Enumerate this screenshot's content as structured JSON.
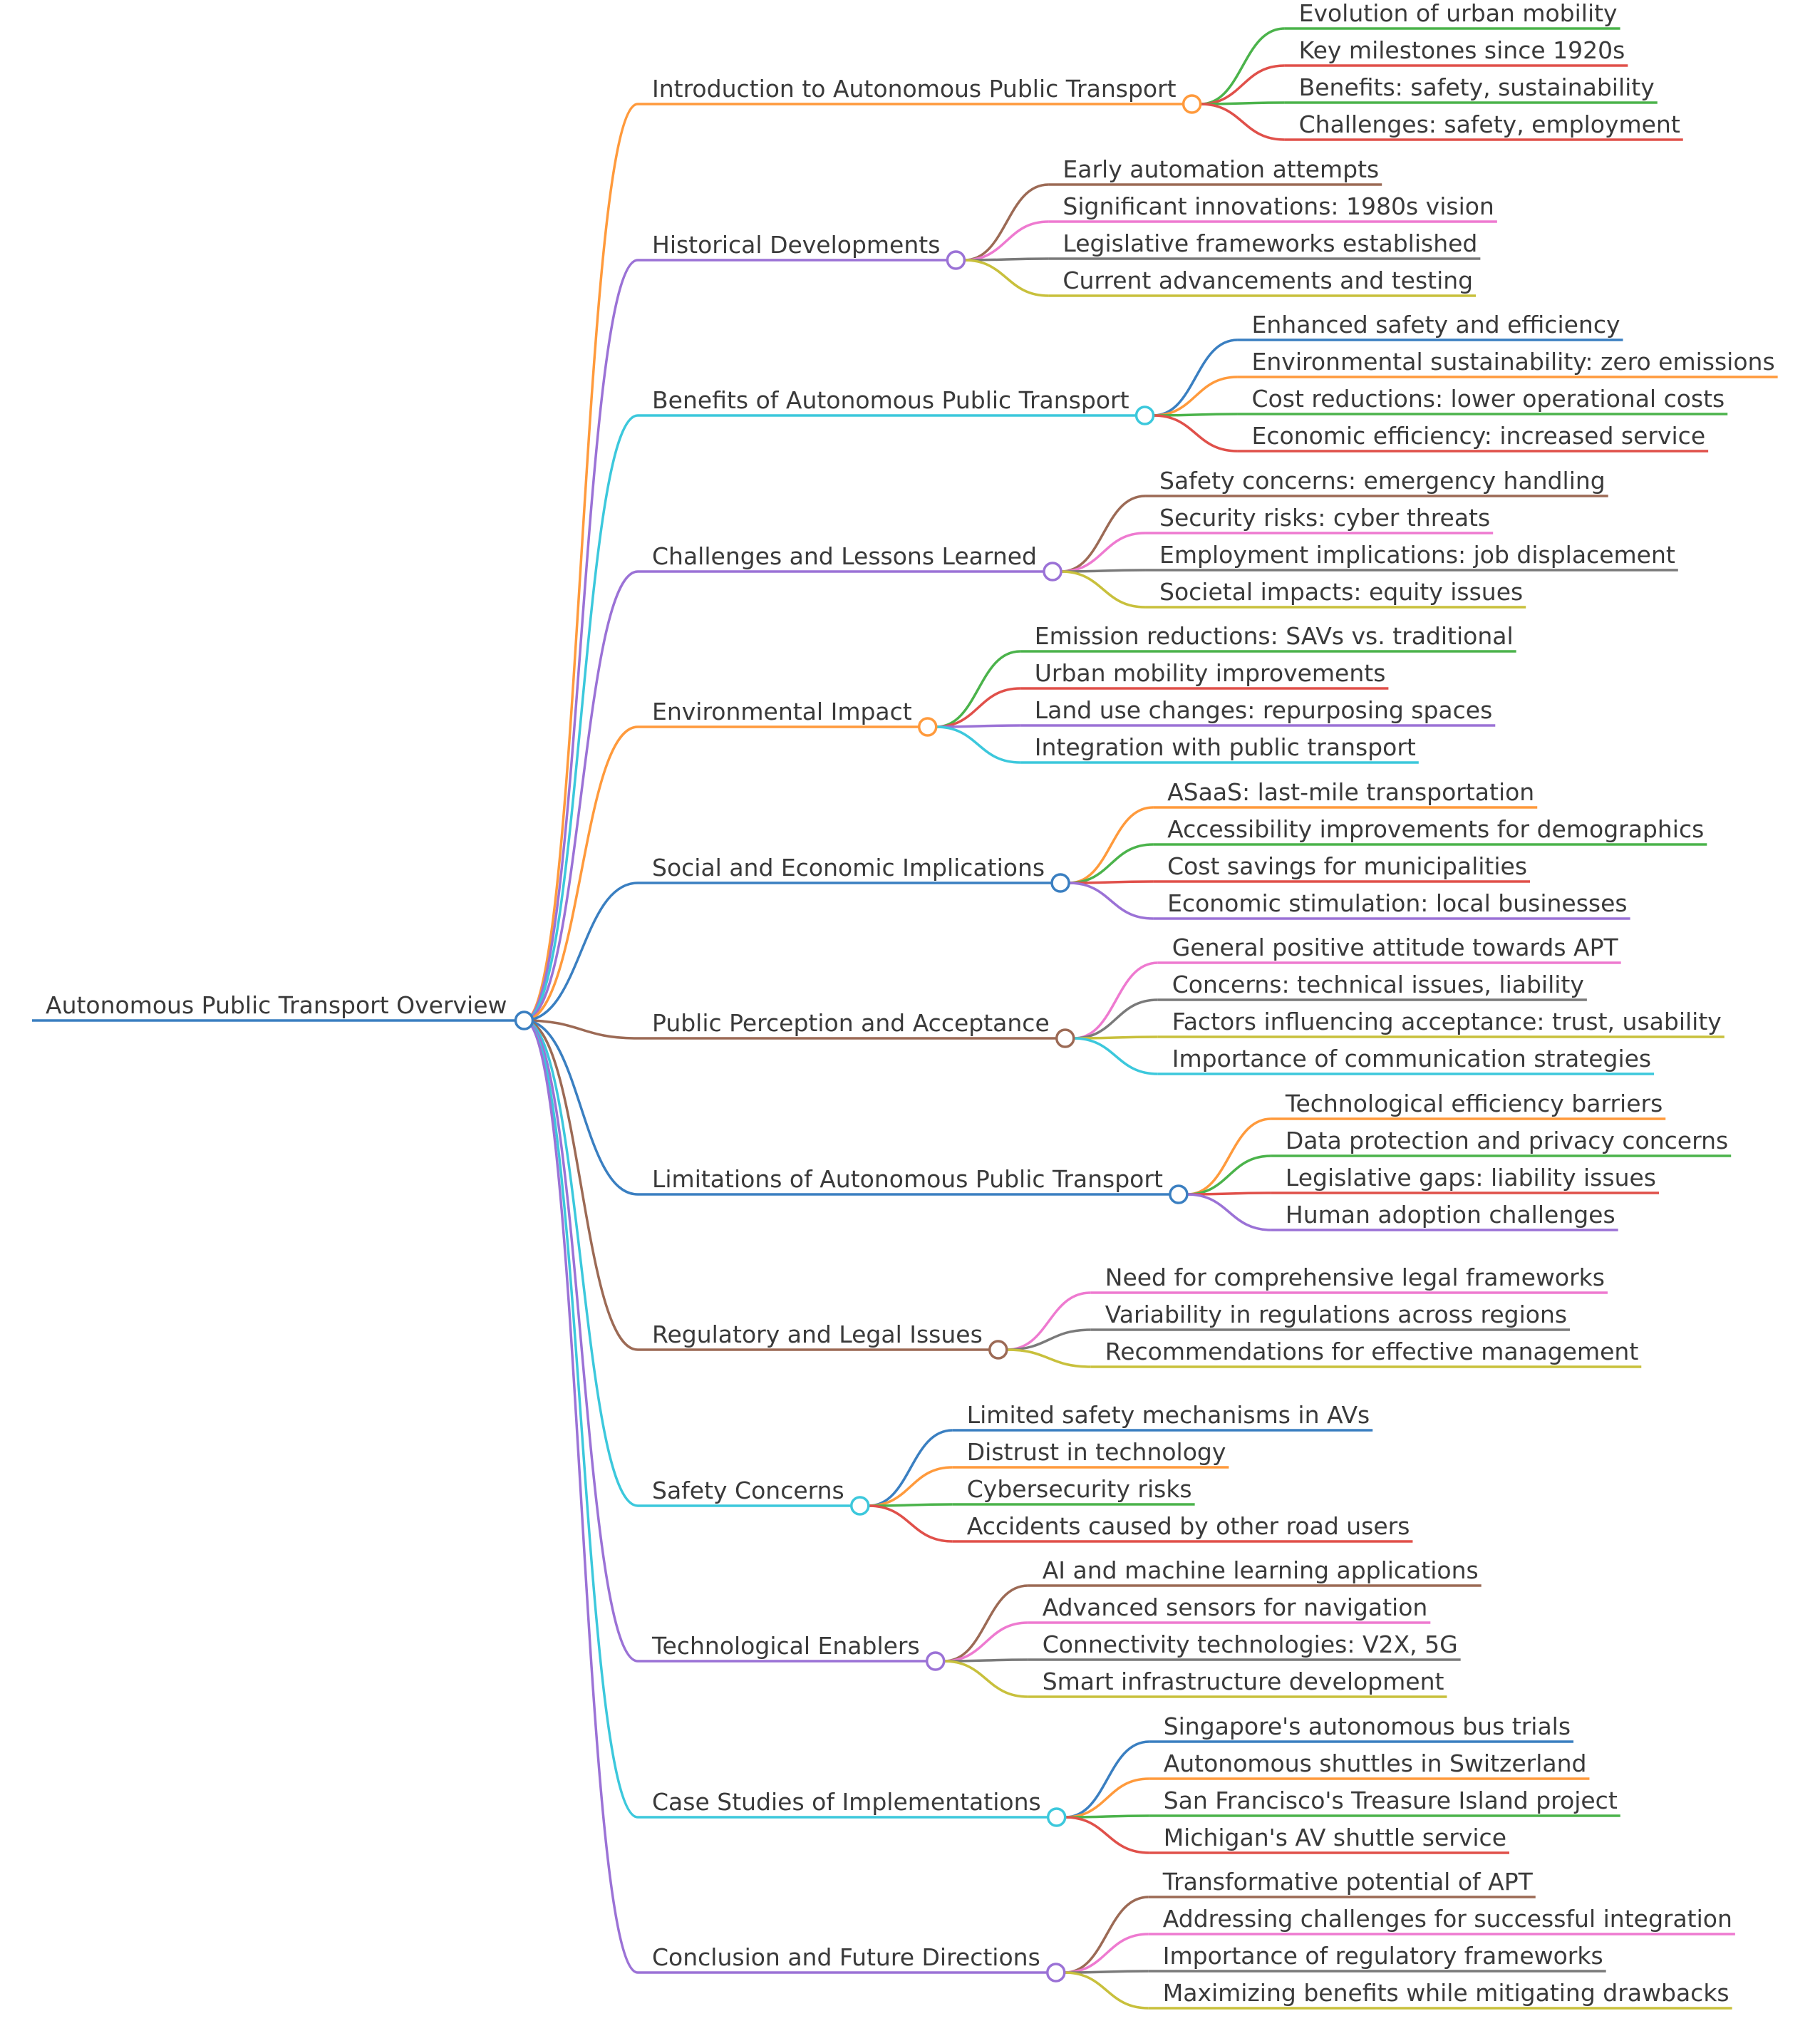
{
  "root": {
    "label": "Autonomous Public Transport Overview",
    "color": "#3a7fc1"
  },
  "branches": [
    {
      "label": "Introduction to Autonomous Public Transport",
      "color": "#ff9a3c",
      "children": [
        {
          "label": "Evolution of urban mobility",
          "color": "#4bb34b"
        },
        {
          "label": "Key milestones since 1920s",
          "color": "#e0504a"
        },
        {
          "label": "Benefits: safety, sustainability",
          "color": "#4bb34b"
        },
        {
          "label": "Challenges: safety, employment",
          "color": "#e0504a"
        }
      ]
    },
    {
      "label": "Historical Developments",
      "color": "#9b72d6",
      "children": [
        {
          "label": "Early automation attempts",
          "color": "#9c6a55"
        },
        {
          "label": "Significant innovations: 1980s vision",
          "color": "#ee7ad0"
        },
        {
          "label": "Legislative frameworks established",
          "color": "#7a7a7a"
        },
        {
          "label": "Current advancements and testing",
          "color": "#c8c03c"
        }
      ]
    },
    {
      "label": "Benefits of Autonomous Public Transport",
      "color": "#3cc8dc",
      "children": [
        {
          "label": "Enhanced safety and efficiency",
          "color": "#3a7fc1"
        },
        {
          "label": "Environmental sustainability: zero emissions",
          "color": "#ff9a3c"
        },
        {
          "label": "Cost reductions: lower operational costs",
          "color": "#4bb34b"
        },
        {
          "label": "Economic efficiency: increased service",
          "color": "#e0504a"
        }
      ]
    },
    {
      "label": "Challenges and Lessons Learned",
      "color": "#9b72d6",
      "children": [
        {
          "label": "Safety concerns: emergency handling",
          "color": "#9c6a55"
        },
        {
          "label": "Security risks: cyber threats",
          "color": "#ee7ad0"
        },
        {
          "label": "Employment implications: job displacement",
          "color": "#7a7a7a"
        },
        {
          "label": "Societal impacts: equity issues",
          "color": "#c8c03c"
        }
      ]
    },
    {
      "label": "Environmental Impact",
      "color": "#ff9a3c",
      "children": [
        {
          "label": "Emission reductions: SAVs vs. traditional",
          "color": "#4bb34b"
        },
        {
          "label": "Urban mobility improvements",
          "color": "#e0504a"
        },
        {
          "label": "Land use changes: repurposing spaces",
          "color": "#9b72d6"
        },
        {
          "label": "Integration with public transport",
          "color": "#3cc8dc"
        }
      ]
    },
    {
      "label": "Social and Economic Implications",
      "color": "#3a7fc1",
      "children": [
        {
          "label": "ASaaS: last-mile transportation",
          "color": "#ff9a3c"
        },
        {
          "label": "Accessibility improvements for demographics",
          "color": "#4bb34b"
        },
        {
          "label": "Cost savings for municipalities",
          "color": "#e0504a"
        },
        {
          "label": "Economic stimulation: local businesses",
          "color": "#9b72d6"
        }
      ]
    },
    {
      "label": "Public Perception and Acceptance",
      "color": "#9c6a55",
      "children": [
        {
          "label": "General positive attitude towards APT",
          "color": "#ee7ad0"
        },
        {
          "label": "Concerns: technical issues, liability",
          "color": "#7a7a7a"
        },
        {
          "label": "Factors influencing acceptance: trust, usability",
          "color": "#c8c03c"
        },
        {
          "label": "Importance of communication strategies",
          "color": "#3cc8dc"
        }
      ]
    },
    {
      "label": "Limitations of Autonomous Public Transport",
      "color": "#3a7fc1",
      "children": [
        {
          "label": "Technological efficiency barriers",
          "color": "#ff9a3c"
        },
        {
          "label": "Data protection and privacy concerns",
          "color": "#4bb34b"
        },
        {
          "label": "Legislative gaps: liability issues",
          "color": "#e0504a"
        },
        {
          "label": "Human adoption challenges",
          "color": "#9b72d6"
        }
      ]
    },
    {
      "label": "Regulatory and Legal Issues",
      "color": "#9c6a55",
      "children": [
        {
          "label": "Need for comprehensive legal frameworks",
          "color": "#ee7ad0"
        },
        {
          "label": "Variability in regulations across regions",
          "color": "#7a7a7a"
        },
        {
          "label": "Recommendations for effective management",
          "color": "#c8c03c"
        }
      ]
    },
    {
      "label": "Safety Concerns",
      "color": "#3cc8dc",
      "children": [
        {
          "label": "Limited safety mechanisms in AVs",
          "color": "#3a7fc1"
        },
        {
          "label": "Distrust in technology",
          "color": "#ff9a3c"
        },
        {
          "label": "Cybersecurity risks",
          "color": "#4bb34b"
        },
        {
          "label": "Accidents caused by other road users",
          "color": "#e0504a"
        }
      ]
    },
    {
      "label": "Technological Enablers",
      "color": "#9b72d6",
      "children": [
        {
          "label": "AI and machine learning applications",
          "color": "#9c6a55"
        },
        {
          "label": "Advanced sensors for navigation",
          "color": "#ee7ad0"
        },
        {
          "label": "Connectivity technologies: V2X, 5G",
          "color": "#7a7a7a"
        },
        {
          "label": "Smart infrastructure development",
          "color": "#c8c03c"
        }
      ]
    },
    {
      "label": "Case Studies of Implementations",
      "color": "#3cc8dc",
      "children": [
        {
          "label": "Singapore's autonomous bus trials",
          "color": "#3a7fc1"
        },
        {
          "label": "Autonomous shuttles in Switzerland",
          "color": "#ff9a3c"
        },
        {
          "label": "San Francisco's Treasure Island project",
          "color": "#4bb34b"
        },
        {
          "label": "Michigan's AV shuttle service",
          "color": "#e0504a"
        }
      ]
    },
    {
      "label": "Conclusion and Future Directions",
      "color": "#9b72d6",
      "children": [
        {
          "label": "Transformative potential of APT",
          "color": "#9c6a55"
        },
        {
          "label": "Addressing challenges for successful integration",
          "color": "#ee7ad0"
        },
        {
          "label": "Importance of regulatory frameworks",
          "color": "#7a7a7a"
        },
        {
          "label": "Maximizing benefits while mitigating drawbacks",
          "color": "#c8c03c"
        }
      ]
    }
  ]
}
